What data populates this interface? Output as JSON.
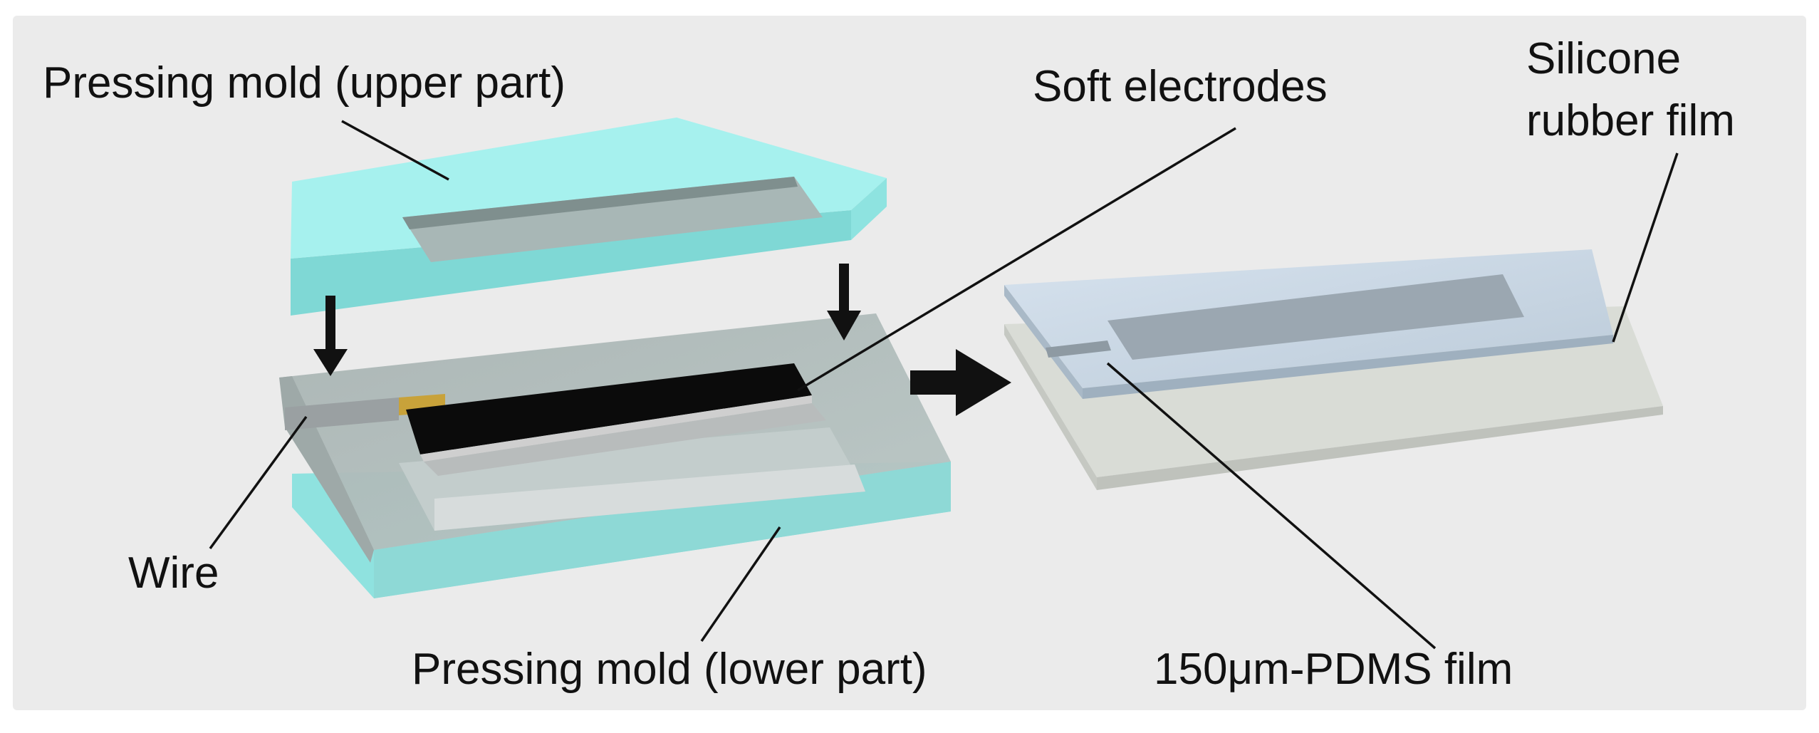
{
  "labels": {
    "upper_mold": "Pressing mold (upper part)",
    "soft_electrodes": "Soft electrodes",
    "silicone_line1": "Silicone",
    "silicone_line2": "rubber film",
    "wire": "Wire",
    "lower_mold": "Pressing mold (lower part)",
    "pdms_film": "150μm-PDMS film"
  },
  "colors": {
    "background": "#ebebeb",
    "mold_cyan": "#a6f1ee",
    "mold_cyan_side": "#7fd8d5",
    "electrode": "#0b0b0b",
    "pdms_film": "#c9d7e4",
    "silicone_film": "#d9dcd6",
    "wire_tip": "#c8a23a",
    "arrow": "#111111"
  },
  "icons": {
    "down_arrow": "down-arrow-icon",
    "process_arrow": "right-arrow-icon"
  }
}
